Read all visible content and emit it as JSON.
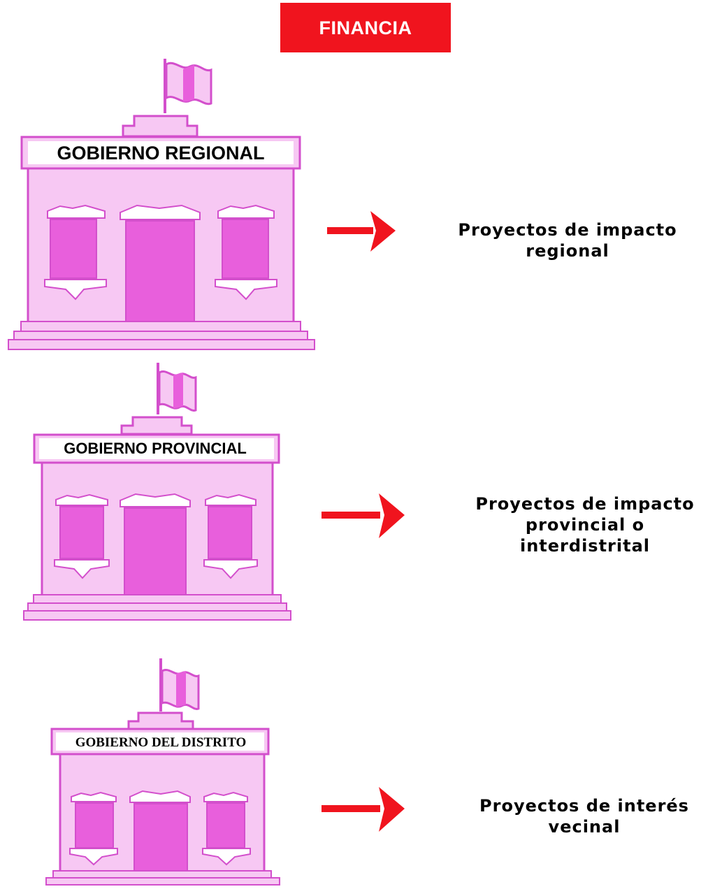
{
  "header": {
    "title": "FINANCIA"
  },
  "levels": [
    {
      "label": "GOBIERNO REGIONAL",
      "description": [
        "Proyectos de impacto",
        "regional"
      ]
    },
    {
      "label": "GOBIERNO PROVINCIAL",
      "description": [
        "Proyectos de impacto",
        "provincial o",
        "interdistrital"
      ]
    },
    {
      "label": "GOBIERNO DEL DISTRITO",
      "description": [
        "Proyectos de interés",
        "vecinal"
      ]
    }
  ],
  "colors": {
    "header_bg": "#f0141e",
    "arrow": "#f0141e",
    "building_wall": "#f7c8f3",
    "building_window": "#e85fdc",
    "building_outline": "#d34fcc"
  }
}
